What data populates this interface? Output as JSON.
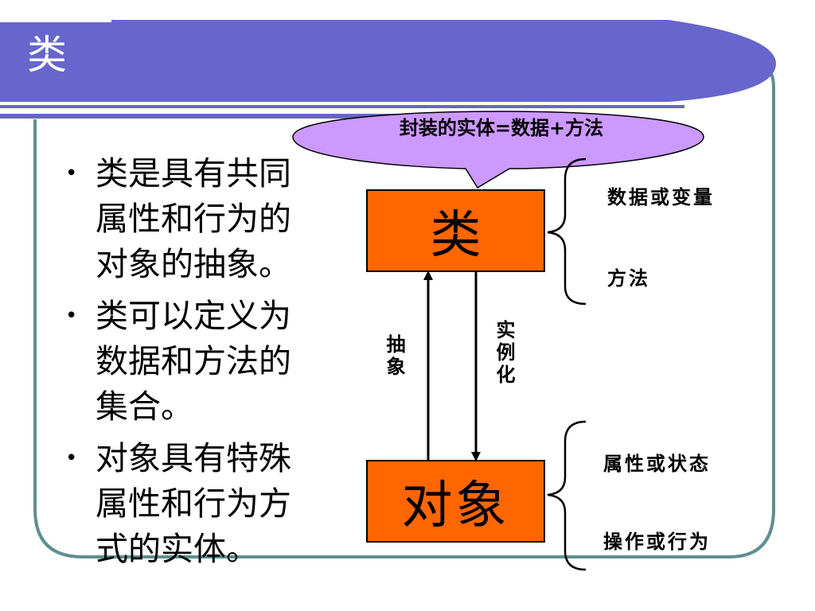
{
  "slide": {
    "title": "类",
    "bullets": [
      "类是具有共同属性和行为的对象的抽象。",
      "类可以定义为数据和方法的集合。",
      "对象具有特殊属性和行为方式的实体。"
    ]
  },
  "diagram": {
    "callout": "封装的实体=数据+方法",
    "class_box": "类",
    "object_box": "对象",
    "up_arrow_label": "抽象",
    "down_arrow_label": "实例化",
    "class_members": [
      "数据或变量",
      "方法"
    ],
    "object_members": [
      "属性或状态",
      "操作或行为"
    ]
  },
  "colors": {
    "header_band": "#6666cc",
    "frame_border": "#5f8f8f",
    "box_fill": "#ff6600",
    "callout_fill": "#cc99ff"
  }
}
